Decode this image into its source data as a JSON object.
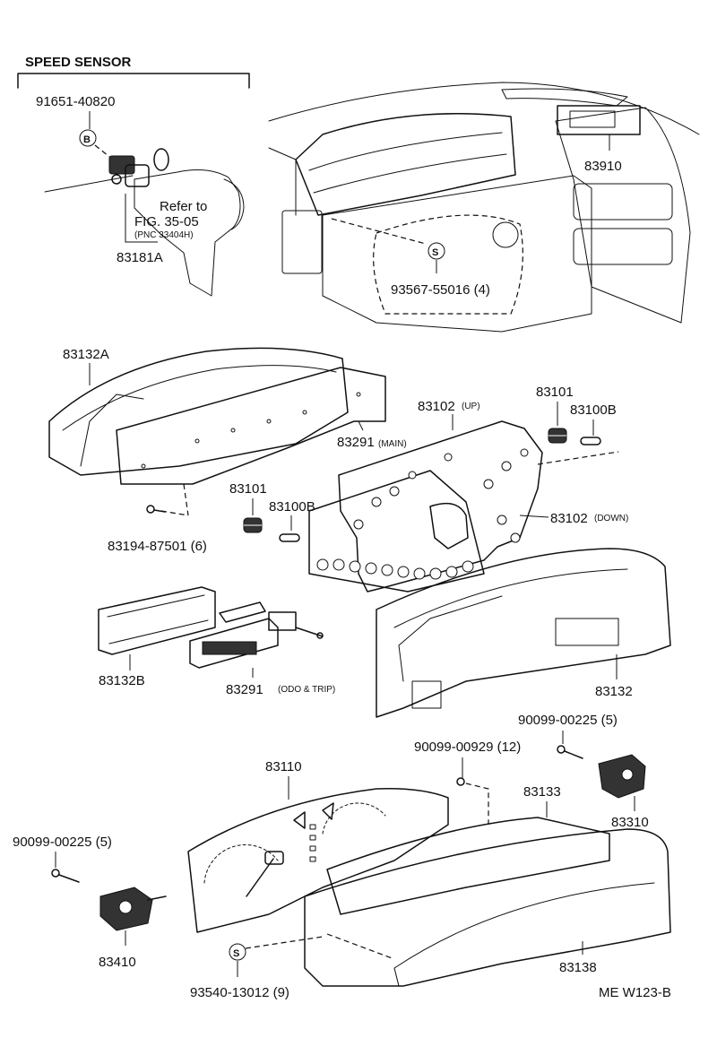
{
  "diagram": {
    "section_title": "SPEED SENSOR",
    "footer_code": "ME W123-B",
    "symbols": {
      "b_mark": "B",
      "s_mark": "S"
    },
    "refer_note": {
      "line1": "Refer to",
      "line2": "FIG. 35-05",
      "line3": "(PNC 33404H)"
    },
    "parts": {
      "p91651": "91651-40820",
      "p83181A": "83181A",
      "p83910": "83910",
      "p93567": "93567-55016 (4)",
      "p83132A": "83132A",
      "p83102up": "83102",
      "p83102up_note": "(UP)",
      "p83101_top": "83101",
      "p83100B_top": "83100B",
      "p83291main": "83291",
      "p83291main_note": "(MAIN)",
      "p83101_mid": "83101",
      "p83100B_mid": "83100B",
      "p83102down": "83102",
      "p83102down_note": "(DOWN)",
      "p83194": "83194-87501 (6)",
      "p83132B": "83132B",
      "p83291odo": "83291",
      "p83291odo_note": "(ODO & TRIP)",
      "p83132": "83132",
      "p90099_right": "90099-00225 (5)",
      "p90099_0929": "90099-00929 (12)",
      "p83110": "83110",
      "p83133": "83133",
      "p83310": "83310",
      "p90099_left": "90099-00225 (5)",
      "p83410": "83410",
      "p93540": "93540-13012 (9)",
      "p83138": "83138"
    }
  }
}
